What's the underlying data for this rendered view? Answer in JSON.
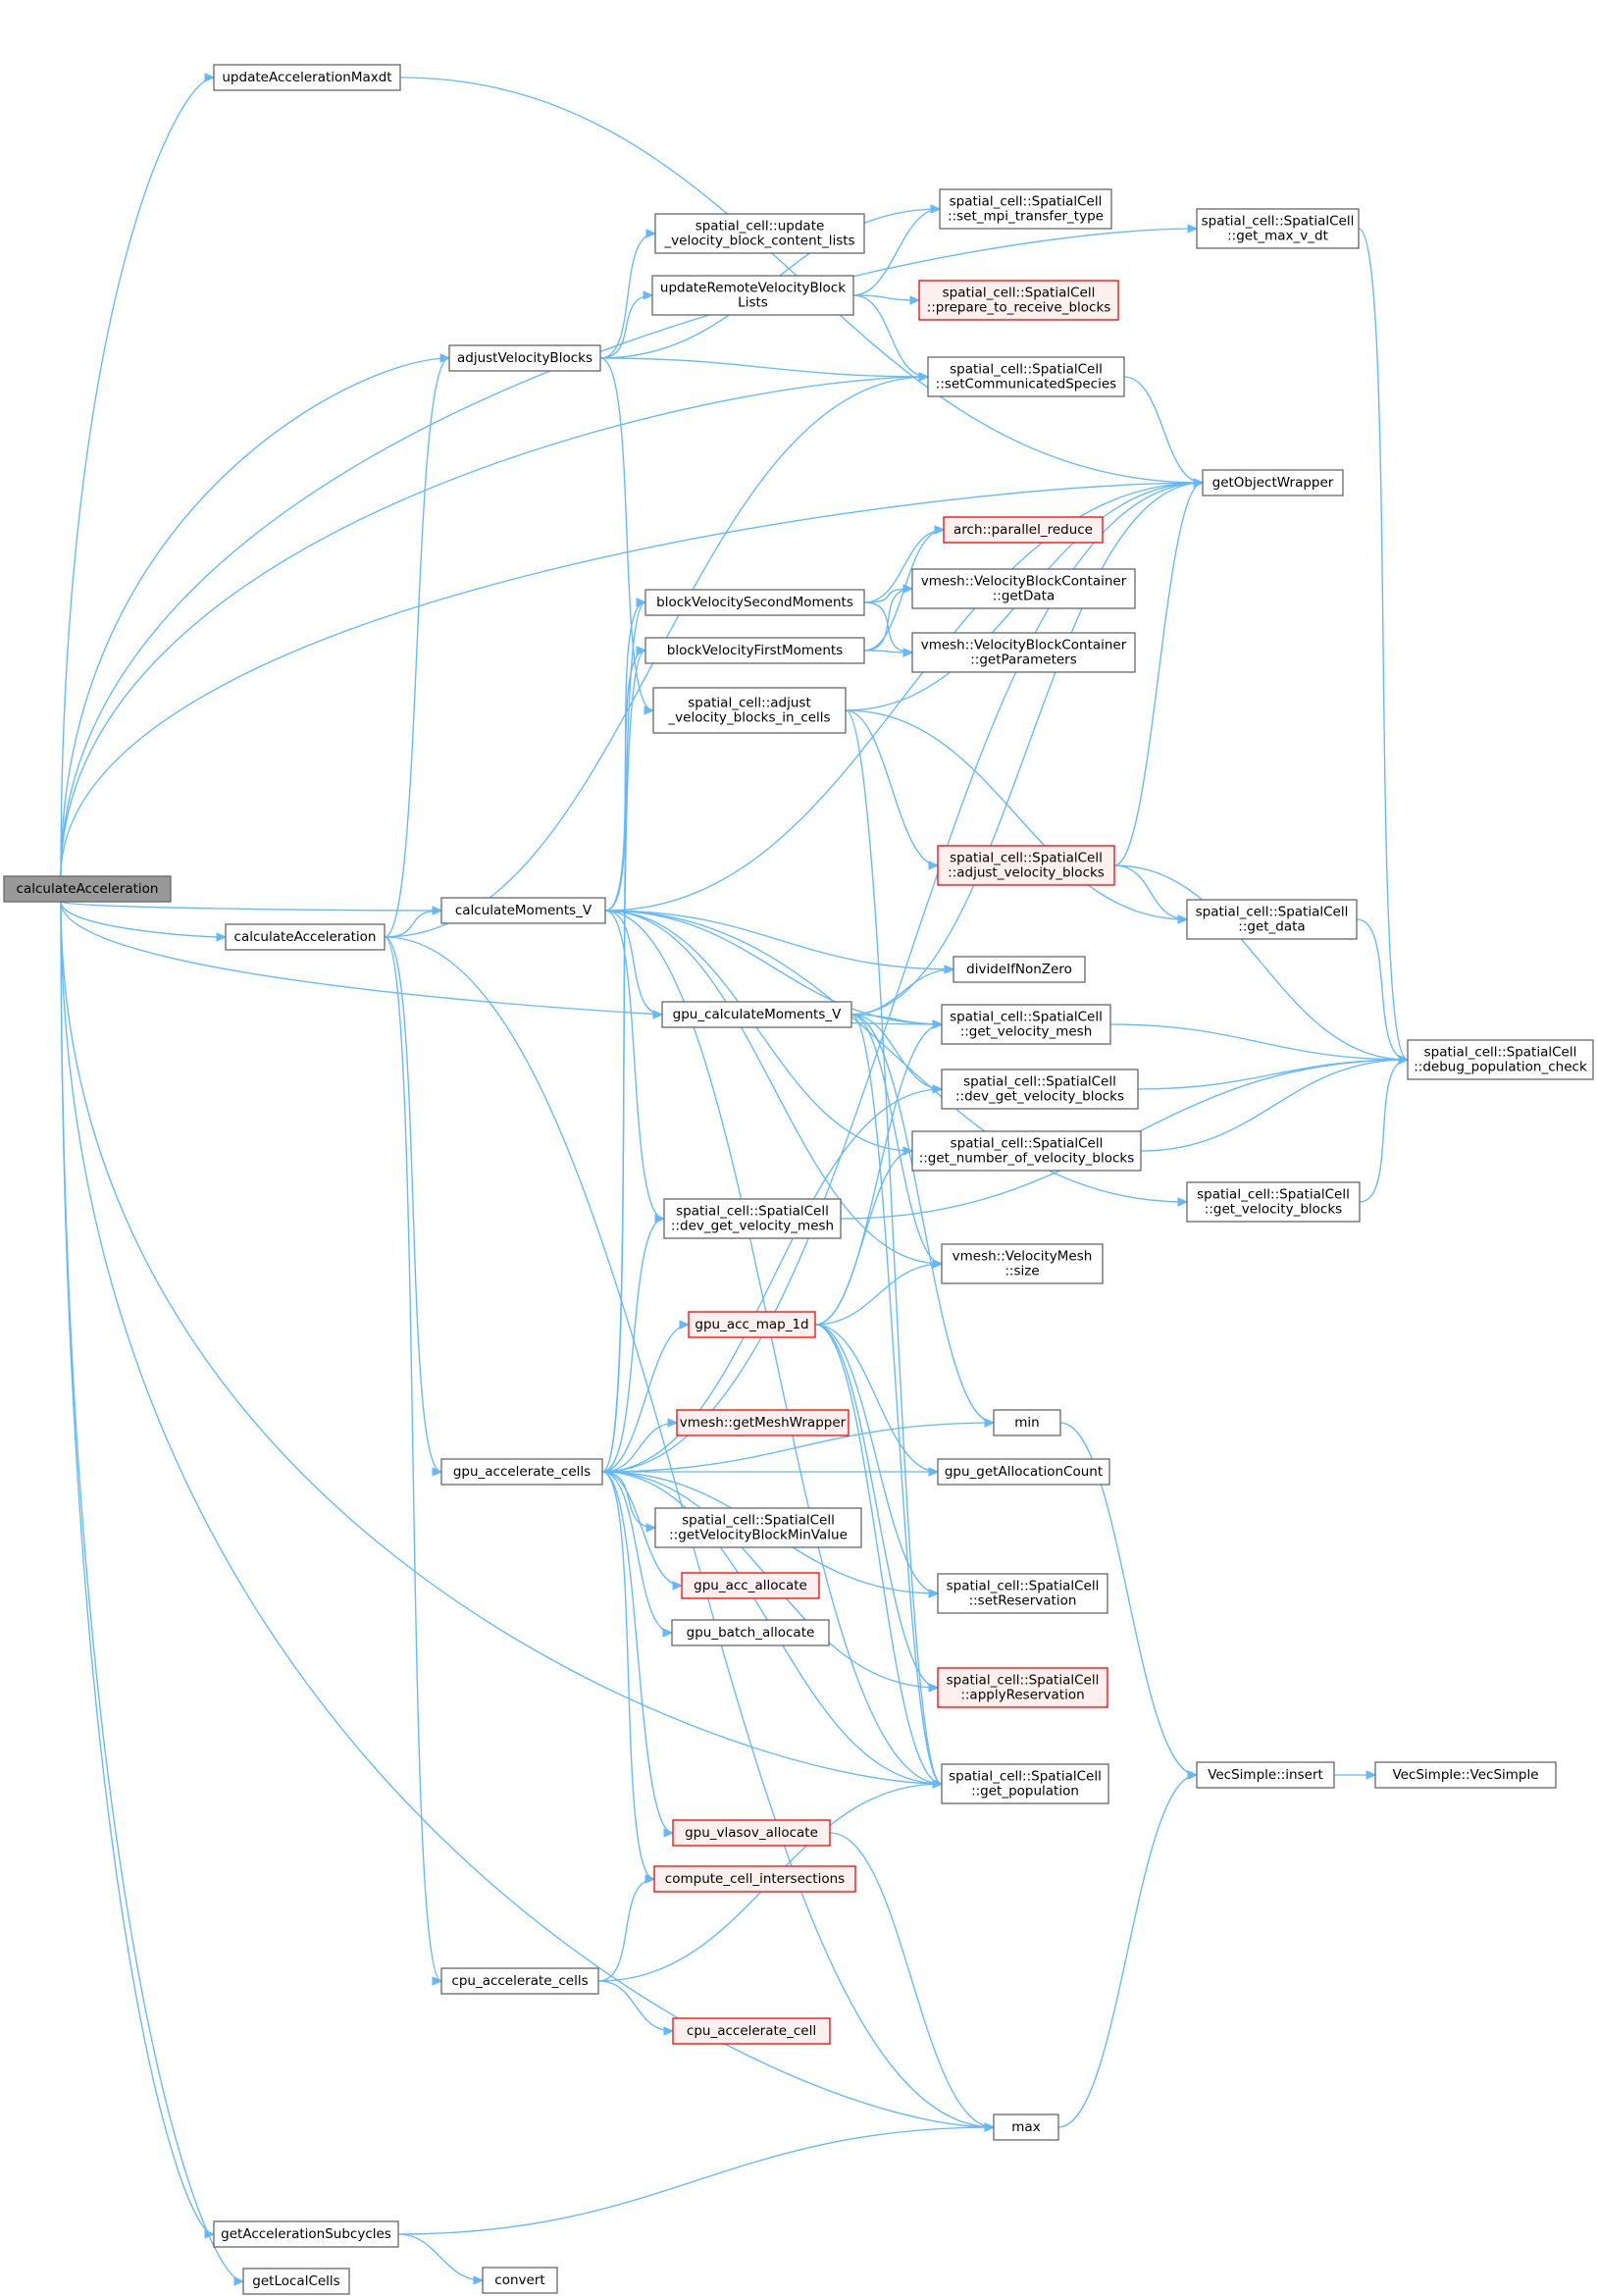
{
  "colors": {
    "edge": "#63b8ff",
    "node_border": "#666666",
    "node_fill": "#ffffff",
    "highlight_fill": "#999999",
    "highlight_border": "#666666",
    "truncated_border": "#ff0000",
    "truncated_fill": "#fff0f0"
  },
  "nodes": [
    {
      "id": "n_calcAccRoot",
      "lines": [
        "calculateAcceleration"
      ],
      "style": "highlight"
    },
    {
      "id": "n_updAccMax",
      "lines": [
        "updateAccelerationMaxdt"
      ],
      "style": "normal"
    },
    {
      "id": "n_getMaxVdt",
      "lines": [
        "spatial_cell::SpatialCell",
        "::get_max_v_dt"
      ],
      "style": "normal"
    },
    {
      "id": "n_setMpi",
      "lines": [
        "spatial_cell::SpatialCell",
        "::set_mpi_transfer_type"
      ],
      "style": "normal"
    },
    {
      "id": "n_updVBCL",
      "lines": [
        "spatial_cell::update",
        "_velocity_block_content_lists"
      ],
      "style": "normal"
    },
    {
      "id": "n_updRemote",
      "lines": [
        "updateRemoteVelocityBlock",
        "Lists"
      ],
      "style": "normal"
    },
    {
      "id": "n_prepRecv",
      "lines": [
        "spatial_cell::SpatialCell",
        "::prepare_to_receive_blocks"
      ],
      "style": "truncated"
    },
    {
      "id": "n_adjVB",
      "lines": [
        "adjustVelocityBlocks"
      ],
      "style": "normal"
    },
    {
      "id": "n_setComm",
      "lines": [
        "spatial_cell::SpatialCell",
        "::setCommunicatedSpecies"
      ],
      "style": "normal"
    },
    {
      "id": "n_getObj",
      "lines": [
        "getObjectWrapper"
      ],
      "style": "normal"
    },
    {
      "id": "n_parRed",
      "lines": [
        "arch::parallel_reduce"
      ],
      "style": "truncated"
    },
    {
      "id": "n_bvSecond",
      "lines": [
        "blockVelocitySecondMoments"
      ],
      "style": "normal"
    },
    {
      "id": "n_vmGetData",
      "lines": [
        "vmesh::VelocityBlockContainer",
        "::getData"
      ],
      "style": "normal"
    },
    {
      "id": "n_bvFirst",
      "lines": [
        "blockVelocityFirstMoments"
      ],
      "style": "normal"
    },
    {
      "id": "n_vmGetParams",
      "lines": [
        "vmesh::VelocityBlockContainer",
        "::getParameters"
      ],
      "style": "normal"
    },
    {
      "id": "n_adjVBinCells",
      "lines": [
        "spatial_cell::adjust",
        "_velocity_blocks_in_cells"
      ],
      "style": "normal"
    },
    {
      "id": "n_scAdjVB",
      "lines": [
        "spatial_cell::SpatialCell",
        "::adjust_velocity_blocks"
      ],
      "style": "truncated"
    },
    {
      "id": "n_calcAcc2",
      "lines": [
        "calculateAcceleration"
      ],
      "style": "normal"
    },
    {
      "id": "n_calcMomV",
      "lines": [
        "calculateMoments_V"
      ],
      "style": "normal"
    },
    {
      "id": "n_getData",
      "lines": [
        "spatial_cell::SpatialCell",
        "::get_data"
      ],
      "style": "normal"
    },
    {
      "id": "n_divide",
      "lines": [
        "divideIfNonZero"
      ],
      "style": "normal"
    },
    {
      "id": "n_gpuCalcMom",
      "lines": [
        "gpu_calculateMoments_V"
      ],
      "style": "normal"
    },
    {
      "id": "n_getVMesh",
      "lines": [
        "spatial_cell::SpatialCell",
        "::get_velocity_mesh"
      ],
      "style": "normal"
    },
    {
      "id": "n_debugPop",
      "lines": [
        "spatial_cell::SpatialCell",
        "::debug_population_check"
      ],
      "style": "normal"
    },
    {
      "id": "n_devGetVB",
      "lines": [
        "spatial_cell::SpatialCell",
        "::dev_get_velocity_blocks"
      ],
      "style": "normal"
    },
    {
      "id": "n_getNumVB",
      "lines": [
        "spatial_cell::SpatialCell",
        "::get_number_of_velocity_blocks"
      ],
      "style": "normal"
    },
    {
      "id": "n_getVB",
      "lines": [
        "spatial_cell::SpatialCell",
        "::get_velocity_blocks"
      ],
      "style": "normal"
    },
    {
      "id": "n_devGetVMesh",
      "lines": [
        "spatial_cell::SpatialCell",
        "::dev_get_velocity_mesh"
      ],
      "style": "normal"
    },
    {
      "id": "n_vmSize",
      "lines": [
        "vmesh::VelocityMesh",
        "::size"
      ],
      "style": "normal"
    },
    {
      "id": "n_gpuAccMap",
      "lines": [
        "gpu_acc_map_1d"
      ],
      "style": "truncated"
    },
    {
      "id": "n_getMeshWrap",
      "lines": [
        "vmesh::getMeshWrapper"
      ],
      "style": "truncated"
    },
    {
      "id": "n_min",
      "lines": [
        "min"
      ],
      "style": "normal"
    },
    {
      "id": "n_gpuAccCells",
      "lines": [
        "gpu_accelerate_cells"
      ],
      "style": "normal"
    },
    {
      "id": "n_gpuAllocCount",
      "lines": [
        "gpu_getAllocationCount"
      ],
      "style": "normal"
    },
    {
      "id": "n_getVBMinVal",
      "lines": [
        "spatial_cell::SpatialCell",
        "::getVelocityBlockMinValue"
      ],
      "style": "normal"
    },
    {
      "id": "n_gpuAccAlloc",
      "lines": [
        "gpu_acc_allocate"
      ],
      "style": "truncated"
    },
    {
      "id": "n_setReserv",
      "lines": [
        "spatial_cell::SpatialCell",
        "::setReservation"
      ],
      "style": "normal"
    },
    {
      "id": "n_gpuBatch",
      "lines": [
        "gpu_batch_allocate"
      ],
      "style": "normal"
    },
    {
      "id": "n_applyReserv",
      "lines": [
        "spatial_cell::SpatialCell",
        "::applyReservation"
      ],
      "style": "truncated"
    },
    {
      "id": "n_vecInsert",
      "lines": [
        "VecSimple::insert"
      ],
      "style": "normal"
    },
    {
      "id": "n_vecSimple",
      "lines": [
        "VecSimple::VecSimple"
      ],
      "style": "normal"
    },
    {
      "id": "n_getPop",
      "lines": [
        "spatial_cell::SpatialCell",
        "::get_population"
      ],
      "style": "normal"
    },
    {
      "id": "n_gpuVlasov",
      "lines": [
        "gpu_vlasov_allocate"
      ],
      "style": "truncated"
    },
    {
      "id": "n_computeCell",
      "lines": [
        "compute_cell_intersections"
      ],
      "style": "truncated"
    },
    {
      "id": "n_cpuAccCells",
      "lines": [
        "cpu_accelerate_cells"
      ],
      "style": "normal"
    },
    {
      "id": "n_cpuAccCell",
      "lines": [
        "cpu_accelerate_cell"
      ],
      "style": "truncated"
    },
    {
      "id": "n_max",
      "lines": [
        "max"
      ],
      "style": "normal"
    },
    {
      "id": "n_getAccSub",
      "lines": [
        "getAccelerationSubcycles"
      ],
      "style": "normal"
    },
    {
      "id": "n_convert",
      "lines": [
        "convert"
      ],
      "style": "normal"
    },
    {
      "id": "n_getLocal",
      "lines": [
        "getLocalCells"
      ],
      "style": "normal"
    }
  ],
  "edges": [
    [
      "n_calcAccRoot",
      "n_updAccMax"
    ],
    [
      "n_calcAccRoot",
      "n_getMaxVdt"
    ],
    [
      "n_calcAccRoot",
      "n_getObj"
    ],
    [
      "n_calcAccRoot",
      "n_adjVB"
    ],
    [
      "n_calcAccRoot",
      "n_setComm"
    ],
    [
      "n_calcAccRoot",
      "n_calcAcc2"
    ],
    [
      "n_calcAccRoot",
      "n_calcMomV"
    ],
    [
      "n_calcAccRoot",
      "n_getVMesh"
    ],
    [
      "n_calcAccRoot",
      "n_getPop"
    ],
    [
      "n_calcAccRoot",
      "n_max"
    ],
    [
      "n_calcAccRoot",
      "n_getAccSub"
    ],
    [
      "n_calcAccRoot",
      "n_getLocal"
    ],
    [
      "n_updAccMax",
      "n_getObj"
    ],
    [
      "n_adjVB",
      "n_setMpi"
    ],
    [
      "n_adjVB",
      "n_updVBCL"
    ],
    [
      "n_adjVB",
      "n_updRemote"
    ],
    [
      "n_adjVB",
      "n_setComm"
    ],
    [
      "n_adjVB",
      "n_adjVBinCells"
    ],
    [
      "n_updRemote",
      "n_setMpi"
    ],
    [
      "n_updRemote",
      "n_prepRecv"
    ],
    [
      "n_updRemote",
      "n_setComm"
    ],
    [
      "n_setComm",
      "n_getObj"
    ],
    [
      "n_getMaxVdt",
      "n_debugPop"
    ],
    [
      "n_bvSecond",
      "n_parRed"
    ],
    [
      "n_bvSecond",
      "n_vmGetData"
    ],
    [
      "n_bvSecond",
      "n_vmGetParams"
    ],
    [
      "n_bvFirst",
      "n_parRed"
    ],
    [
      "n_bvFirst",
      "n_vmGetData"
    ],
    [
      "n_bvFirst",
      "n_vmGetParams"
    ],
    [
      "n_adjVBinCells",
      "n_getObj"
    ],
    [
      "n_adjVBinCells",
      "n_scAdjVB"
    ],
    [
      "n_adjVBinCells",
      "n_getData"
    ],
    [
      "n_adjVBinCells",
      "n_getPop"
    ],
    [
      "n_scAdjVB",
      "n_getObj"
    ],
    [
      "n_scAdjVB",
      "n_getData"
    ],
    [
      "n_scAdjVB",
      "n_debugPop"
    ],
    [
      "n_getData",
      "n_debugPop"
    ],
    [
      "n_calcAcc2",
      "n_adjVB"
    ],
    [
      "n_calcAcc2",
      "n_setComm"
    ],
    [
      "n_calcAcc2",
      "n_calcMomV"
    ],
    [
      "n_calcAcc2",
      "n_gpuAccCells"
    ],
    [
      "n_calcAcc2",
      "n_cpuAccCells"
    ],
    [
      "n_calcAcc2",
      "n_max"
    ],
    [
      "n_calcMomV",
      "n_getObj"
    ],
    [
      "n_calcMomV",
      "n_bvSecond"
    ],
    [
      "n_calcMomV",
      "n_bvFirst"
    ],
    [
      "n_calcMomV",
      "n_divide"
    ],
    [
      "n_calcMomV",
      "n_gpuCalcMom"
    ],
    [
      "n_calcMomV",
      "n_getVMesh"
    ],
    [
      "n_calcMomV",
      "n_getVB"
    ],
    [
      "n_calcMomV",
      "n_devGetVMesh"
    ],
    [
      "n_calcMomV",
      "n_vmSize"
    ],
    [
      "n_calcMomV",
      "n_getNumVB"
    ],
    [
      "n_calcMomV",
      "n_getPop"
    ],
    [
      "n_gpuCalcMom",
      "n_getObj"
    ],
    [
      "n_gpuCalcMom",
      "n_divide"
    ],
    [
      "n_gpuCalcMom",
      "n_getVMesh"
    ],
    [
      "n_gpuCalcMom",
      "n_devGetVB"
    ],
    [
      "n_gpuCalcMom",
      "n_vmSize"
    ],
    [
      "n_gpuCalcMom",
      "n_min"
    ],
    [
      "n_gpuCalcMom",
      "n_getPop"
    ],
    [
      "n_getVMesh",
      "n_debugPop"
    ],
    [
      "n_devGetVB",
      "n_debugPop"
    ],
    [
      "n_getNumVB",
      "n_debugPop"
    ],
    [
      "n_getVB",
      "n_debugPop"
    ],
    [
      "n_devGetVMesh",
      "n_debugPop"
    ],
    [
      "n_gpuAccMap",
      "n_getVMesh"
    ],
    [
      "n_gpuAccMap",
      "n_getNumVB"
    ],
    [
      "n_gpuAccMap",
      "n_vmSize"
    ],
    [
      "n_gpuAccMap",
      "n_gpuAllocCount"
    ],
    [
      "n_gpuAccMap",
      "n_setReserv"
    ],
    [
      "n_gpuAccMap",
      "n_applyReserv"
    ],
    [
      "n_gpuAccMap",
      "n_getPop"
    ],
    [
      "n_gpuAccCells",
      "n_getObj"
    ],
    [
      "n_gpuAccCells",
      "n_devGetVB"
    ],
    [
      "n_gpuAccCells",
      "n_devGetVMesh"
    ],
    [
      "n_gpuAccCells",
      "n_gpuAccMap"
    ],
    [
      "n_gpuAccCells",
      "n_getMeshWrap"
    ],
    [
      "n_gpuAccCells",
      "n_gpuAllocCount"
    ],
    [
      "n_gpuAccCells",
      "n_min"
    ],
    [
      "n_gpuAccCells",
      "n_getVBMinVal"
    ],
    [
      "n_gpuAccCells",
      "n_gpuAccAlloc"
    ],
    [
      "n_gpuAccCells",
      "n_gpuBatch"
    ],
    [
      "n_gpuAccCells",
      "n_setReserv"
    ],
    [
      "n_gpuAccCells",
      "n_applyReserv"
    ],
    [
      "n_gpuAccCells",
      "n_getPop"
    ],
    [
      "n_gpuAccCells",
      "n_gpuVlasov"
    ],
    [
      "n_gpuAccCells",
      "n_computeCell"
    ],
    [
      "n_gpuAccCells",
      "n_bvSecond"
    ],
    [
      "n_gpuAccCells",
      "n_bvFirst"
    ],
    [
      "n_min",
      "n_vecInsert"
    ],
    [
      "n_vecInsert",
      "n_vecSimple"
    ],
    [
      "n_gpuVlasov",
      "n_max"
    ],
    [
      "n_cpuAccCells",
      "n_computeCell"
    ],
    [
      "n_cpuAccCells",
      "n_getPop"
    ],
    [
      "n_cpuAccCells",
      "n_cpuAccCell"
    ],
    [
      "n_max",
      "n_vecInsert"
    ],
    [
      "n_getAccSub",
      "n_max"
    ],
    [
      "n_getAccSub",
      "n_convert"
    ]
  ]
}
